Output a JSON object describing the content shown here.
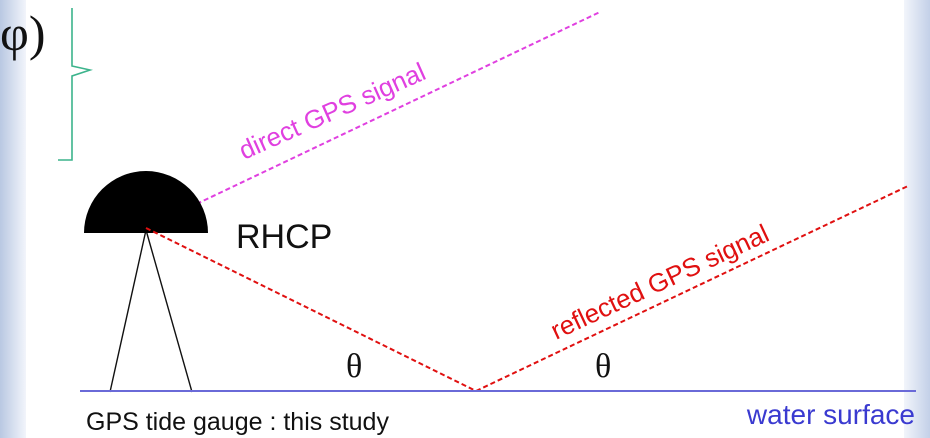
{
  "fragment_label": "φ)",
  "labels": {
    "direct_signal": "direct GPS signal",
    "reflected_signal": "reflected GPS signal",
    "antenna": "RHCP",
    "angle_left": "θ",
    "angle_right": "θ",
    "caption_left": "GPS tide gauge : this study",
    "caption_right": "water surface"
  },
  "colors": {
    "direct_signal": "#e040e0",
    "reflected_signal": "#e01010",
    "water_surface": "#6a6ad8",
    "bracket": "#3cb48c",
    "antenna": "#000000",
    "text": "#111111"
  }
}
